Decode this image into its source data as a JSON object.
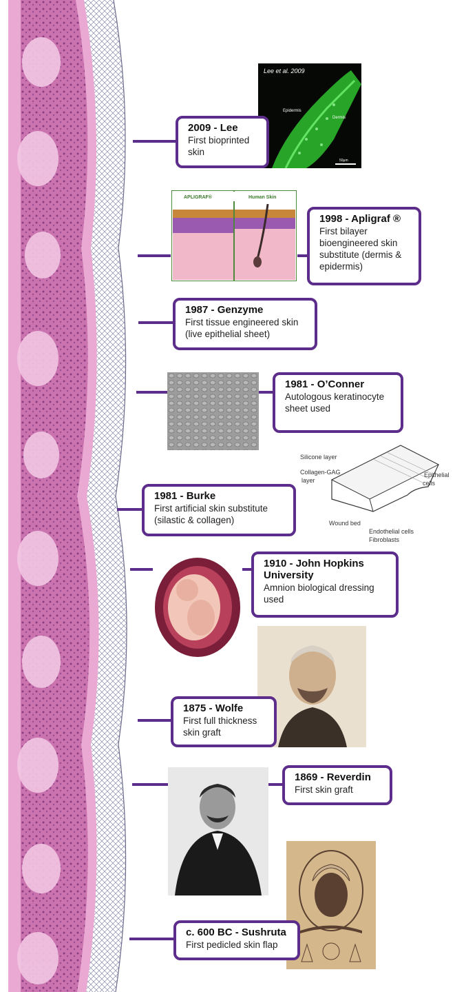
{
  "colors": {
    "accent": "#5c2d8a",
    "tissue_pink": "#e9a9d2",
    "tissue_dark": "#a24c8f"
  },
  "events": [
    {
      "title": "2009 - Lee",
      "desc": "First bioprinted skin"
    },
    {
      "title": "1998 - Apligraf ®",
      "desc": "First bilayer bioengineered skin substitute (dermis & epidermis)"
    },
    {
      "title": "1987 - Genzyme",
      "desc": "First tissue engineered skin (live epithelial sheet)"
    },
    {
      "title": "1981 - O’Conner",
      "desc": "Autologous keratinocyte sheet used"
    },
    {
      "title": "1981 - Burke",
      "desc": "First artificial skin substitute (silastic & collagen)"
    },
    {
      "title": "1910 - John Hopkins University",
      "desc": "Amnion biological dressing used"
    },
    {
      "title": "1875 - Wolfe",
      "desc": "First full thickness skin graft"
    },
    {
      "title": "1869 - Reverdin",
      "desc": "First skin graft"
    },
    {
      "title": "c. 600 BC - Sushruta",
      "desc": "First pedicled skin flap"
    }
  ],
  "images": {
    "lee": {
      "icon": "bioprinted-skin-micrograph",
      "caption": "Lee et al. 2009",
      "label_epidermis": "Epidermis",
      "label_dermis": "Dermis",
      "scale": "50µm"
    },
    "apligraf": {
      "icon": "apligraf-vs-human-skin-illustration",
      "label_left": "APLIGRAF®",
      "label_right": "Human Skin"
    },
    "keratinocyte": {
      "icon": "keratinocyte-sheet-micrograph"
    },
    "burke": {
      "icon": "artificial-skin-diagram",
      "silicone": "Silicone layer",
      "collagen_1": "Collagen-GAG",
      "collagen_2": "layer",
      "epithelial_1": "Epithelial",
      "epithelial_2": "cells",
      "wound": "Wound bed",
      "endothelial": "Endothelial cells",
      "fibroblasts": "Fibroblasts"
    },
    "amnion": {
      "icon": "fetus-in-amnion-illustration"
    },
    "wolfe": {
      "icon": "portrait-wolfe"
    },
    "reverdin": {
      "icon": "portrait-reverdin"
    },
    "sushruta": {
      "icon": "portrait-sushruta-engraving"
    }
  }
}
